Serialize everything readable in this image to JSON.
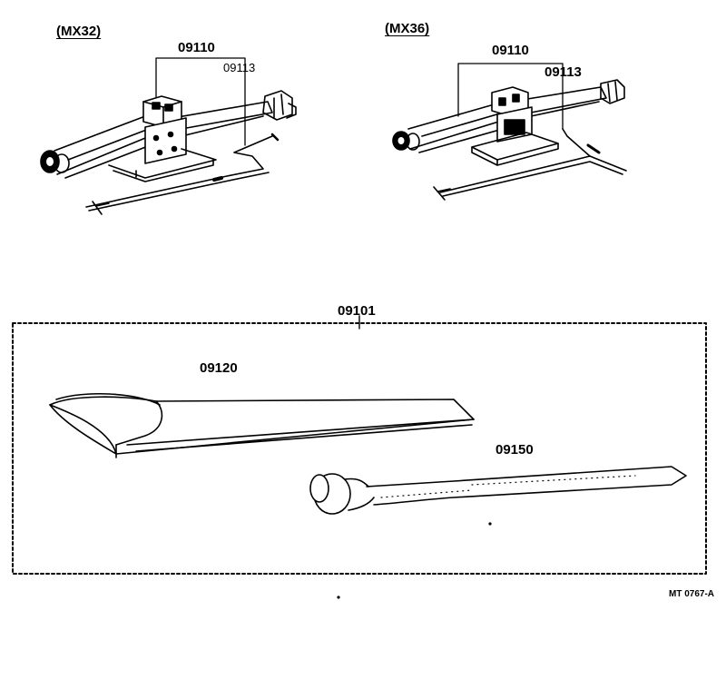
{
  "left_variant": {
    "label": "(MX32)",
    "jack_part": "09110",
    "handle_part": "09113"
  },
  "right_variant": {
    "label": "(MX36)",
    "jack_part": "09110",
    "handle_part": "09113"
  },
  "tool_kit": {
    "part": "09101",
    "bag_part": "09120",
    "wrench_part": "09150"
  },
  "drawing_code": "MT 0767-A"
}
